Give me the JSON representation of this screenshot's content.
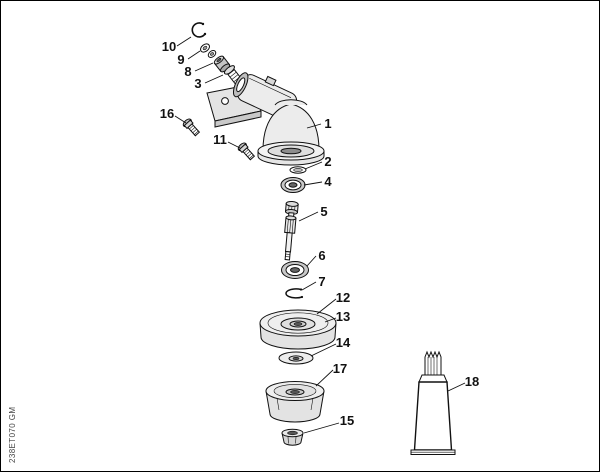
{
  "figure": {
    "doc_code": "238ET070 GM",
    "callouts": {
      "c1": "1",
      "c2": "2",
      "c3": "3",
      "c4": "4",
      "c5": "5",
      "c6": "6",
      "c7": "7",
      "c8": "8",
      "c9": "9",
      "c10": "10",
      "c11": "11",
      "c12": "12",
      "c13": "13",
      "c14": "14",
      "c15": "15",
      "c16": "16",
      "c17": "17",
      "c18": "18"
    }
  }
}
